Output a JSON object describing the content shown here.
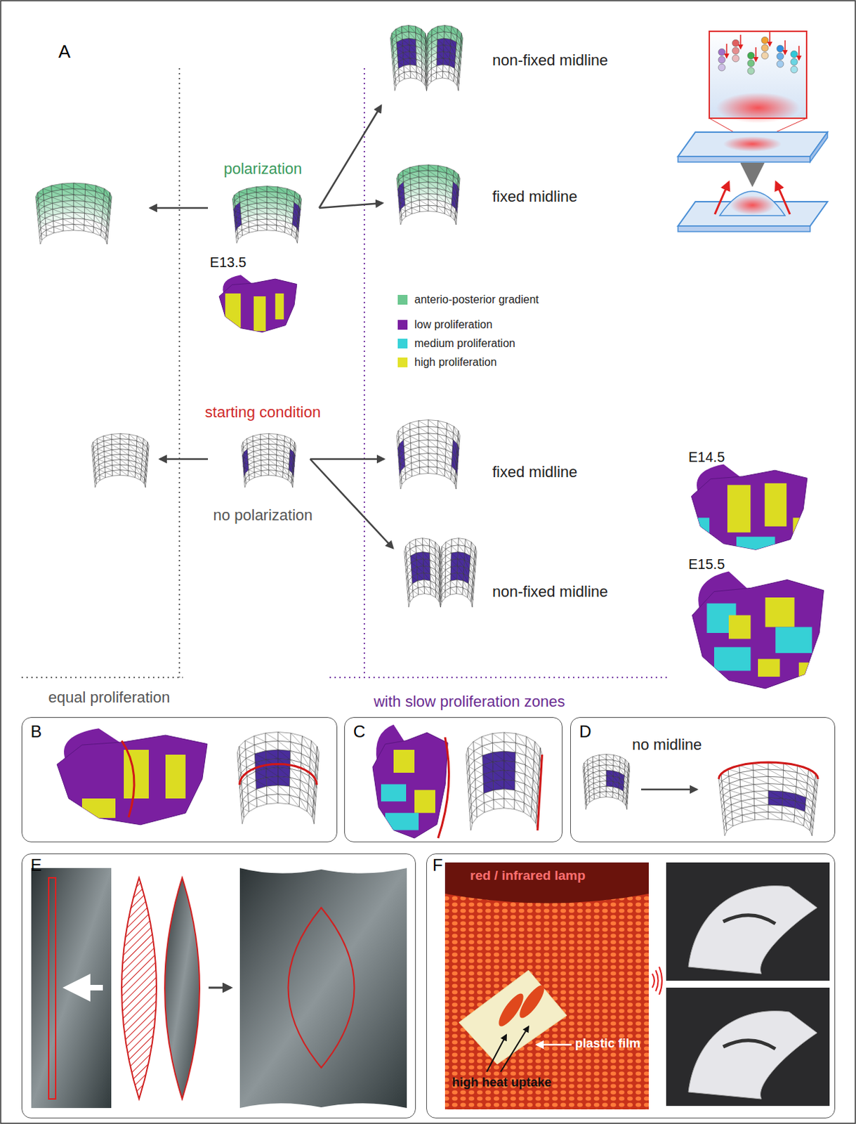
{
  "diagram": {
    "nodes": [
      {
        "text": [
          "B"
        ]
      },
      {
        "text": [
          "C"
        ]
      },
      {
        "text": [
          "D",
          "no midline"
        ]
      },
      {
        "text": [
          "E"
        ]
      },
      {
        "text": [
          "F",
          "red / infrared lamp",
          "high heat uptake",
          "plastic film"
        ]
      }
    ],
    "labels": [
      "A",
      "non-fixed midline",
      "polarization",
      "fixed midline",
      "E13.5",
      "starting condition",
      "fixed midline",
      "no polarization",
      "non-fixed midline",
      "E14.5",
      "E15.5",
      "equal proliferation",
      "with slow proliferation zones"
    ],
    "legend": [
      {
        "text": "anterio-posterior gradient",
        "color": "#6cc790"
      },
      {
        "text": "low proliferation",
        "color": "#7a1fa0"
      },
      {
        "text": "medium proliferation",
        "color": "#38d2d8"
      },
      {
        "text": "high proliferation",
        "color": "#e2e22a"
      }
    ]
  }
}
